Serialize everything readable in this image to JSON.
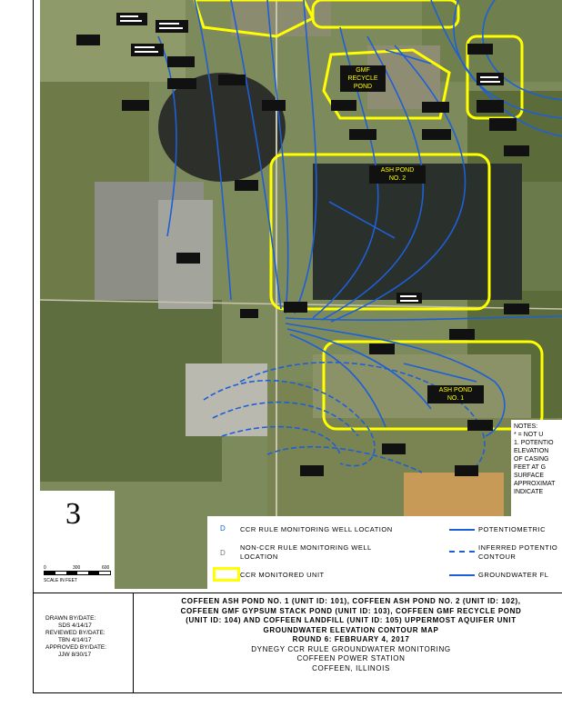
{
  "map": {
    "ponds": [
      {
        "label_1": "GMF",
        "label_2": "RECYCLE",
        "label_3": "POND"
      },
      {
        "label_1": "ASH POND",
        "label_2": "NO. 2"
      },
      {
        "label_1": "ASH POND",
        "label_2": "NO. 1"
      }
    ],
    "notes": {
      "title": "NOTES:",
      "lines": [
        "* = NOT U",
        "1. POTENTIO",
        "ELEVATION",
        "OF CASING",
        "FEET AT G",
        "SURFACE",
        "APPROXIMAT",
        "INDICATE"
      ]
    },
    "north_arrow": "3",
    "scale": {
      "ticks": [
        "0",
        "300",
        "600"
      ],
      "label": "SCALE IN FEET"
    }
  },
  "legend": {
    "ccr_well": "CCR RULE MONITORING WELL LOCATION",
    "non_ccr_well_1": "NON-CCR RULE MONITORING WELL",
    "non_ccr_well_2": "LOCATION",
    "ccr_unit": "CCR MONITORED UNIT",
    "potentiometric": "POTENTIOMETRIC",
    "inferred_1": "INFERRED POTENTIO",
    "inferred_2": "CONTOUR",
    "gw_flow": "GROUNDWATER FL",
    "well_symbol": "D",
    "colors": {
      "ccr_unit": "#ffff00",
      "contour": "#1f5fd6"
    }
  },
  "title_block": {
    "drawn": "DRAWN BY/DATE:",
    "drawn_val": "SDS 4/14/17",
    "reviewed": "REVIEWED BY/DATE:",
    "reviewed_val": "TBN 4/14/17",
    "approved": "APPROVED BY/DATE:",
    "approved_val": "JJW 8/30/17",
    "line1": "COFFEEN ASH POND NO. 1 (UNIT ID: 101), COFFEEN ASH POND NO. 2 (UNIT ID: 102),",
    "line2": "COFFEEN GMF GYPSUM STACK POND (UNIT ID: 103), COFFEEN GMF RECYCLE POND",
    "line3": "(UNIT ID: 104) AND COFFEEN LANDFILL (UNIT ID: 105) UPPERMOST AQUIFER UNIT",
    "line4": "GROUNDWATER ELEVATION CONTOUR MAP",
    "line5": "ROUND 6: FEBRUARY 4, 2017",
    "line6": "DYNEGY CCR RULE GROUNDWATER MONITORING",
    "line7": "COFFEEN POWER STATION",
    "line8": "COFFEEN, ILLINOIS"
  }
}
